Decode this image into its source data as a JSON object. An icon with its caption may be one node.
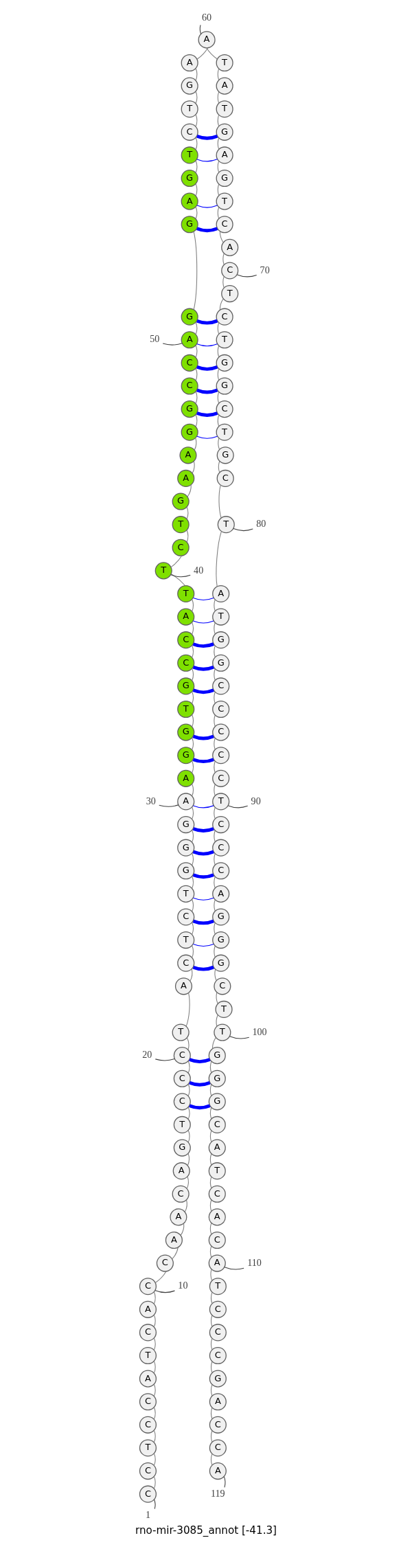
{
  "diagram": {
    "title": "rno-mir-3085_annot [-41.3]",
    "nodes": [
      {
        "text": [
          "C"
        ]
      },
      {
        "text": [
          "C"
        ]
      },
      {
        "text": [
          "T"
        ]
      },
      {
        "text": [
          "C"
        ]
      },
      {
        "text": [
          "C"
        ]
      },
      {
        "text": [
          "A"
        ]
      },
      {
        "text": [
          "T"
        ]
      },
      {
        "text": [
          "C"
        ]
      },
      {
        "text": [
          "A"
        ]
      },
      {
        "text": [
          "C"
        ]
      },
      {
        "text": [
          "C"
        ]
      },
      {
        "text": [
          "A"
        ]
      },
      {
        "text": [
          "A"
        ]
      },
      {
        "text": [
          "C"
        ]
      },
      {
        "text": [
          "A"
        ]
      },
      {
        "text": [
          "G"
        ]
      },
      {
        "text": [
          "T"
        ]
      },
      {
        "text": [
          "C"
        ]
      },
      {
        "text": [
          "C"
        ]
      },
      {
        "text": [
          "C"
        ]
      },
      {
        "text": [
          "T"
        ]
      },
      {
        "text": [
          "A"
        ]
      },
      {
        "text": [
          "C"
        ]
      },
      {
        "text": [
          "T"
        ]
      },
      {
        "text": [
          "C"
        ]
      },
      {
        "text": [
          "T"
        ]
      },
      {
        "text": [
          "G"
        ]
      },
      {
        "text": [
          "G"
        ]
      },
      {
        "text": [
          "G"
        ]
      },
      {
        "text": [
          "A"
        ]
      },
      {
        "text": [
          "A"
        ]
      },
      {
        "text": [
          "G"
        ]
      },
      {
        "text": [
          "G"
        ]
      },
      {
        "text": [
          "T"
        ]
      },
      {
        "text": [
          "G"
        ]
      },
      {
        "text": [
          "C"
        ]
      },
      {
        "text": [
          "C"
        ]
      },
      {
        "text": [
          "A"
        ]
      },
      {
        "text": [
          "T"
        ]
      },
      {
        "text": [
          "T"
        ]
      },
      {
        "text": [
          "C"
        ]
      },
      {
        "text": [
          "T"
        ]
      },
      {
        "text": [
          "G"
        ]
      },
      {
        "text": [
          "A"
        ]
      },
      {
        "text": [
          "A"
        ]
      },
      {
        "text": [
          "G"
        ]
      },
      {
        "text": [
          "G"
        ]
      },
      {
        "text": [
          "C"
        ]
      },
      {
        "text": [
          "C"
        ]
      },
      {
        "text": [
          "A"
        ]
      },
      {
        "text": [
          "G"
        ]
      },
      {
        "text": [
          "G"
        ]
      },
      {
        "text": [
          "A"
        ]
      },
      {
        "text": [
          "G"
        ]
      },
      {
        "text": [
          "T"
        ]
      },
      {
        "text": [
          "C"
        ]
      },
      {
        "text": [
          "T"
        ]
      },
      {
        "text": [
          "G"
        ]
      },
      {
        "text": [
          "A"
        ]
      },
      {
        "text": [
          "A"
        ]
      },
      {
        "text": [
          "T"
        ]
      },
      {
        "text": [
          "A"
        ]
      },
      {
        "text": [
          "T"
        ]
      },
      {
        "text": [
          "G"
        ]
      },
      {
        "text": [
          "A"
        ]
      },
      {
        "text": [
          "G"
        ]
      },
      {
        "text": [
          "T"
        ]
      },
      {
        "text": [
          "C"
        ]
      },
      {
        "text": [
          "A"
        ]
      },
      {
        "text": [
          "C"
        ]
      },
      {
        "text": [
          "T"
        ]
      },
      {
        "text": [
          "C"
        ]
      },
      {
        "text": [
          "T"
        ]
      },
      {
        "text": [
          "G"
        ]
      },
      {
        "text": [
          "G"
        ]
      },
      {
        "text": [
          "C"
        ]
      },
      {
        "text": [
          "T"
        ]
      },
      {
        "text": [
          "G"
        ]
      },
      {
        "text": [
          "C"
        ]
      },
      {
        "text": [
          "T"
        ]
      },
      {
        "text": [
          "A"
        ]
      },
      {
        "text": [
          "T"
        ]
      },
      {
        "text": [
          "G"
        ]
      },
      {
        "text": [
          "G"
        ]
      },
      {
        "text": [
          "C"
        ]
      },
      {
        "text": [
          "C"
        ]
      },
      {
        "text": [
          "C"
        ]
      },
      {
        "text": [
          "C"
        ]
      },
      {
        "text": [
          "C"
        ]
      },
      {
        "text": [
          "T"
        ]
      },
      {
        "text": [
          "C"
        ]
      },
      {
        "text": [
          "C"
        ]
      },
      {
        "text": [
          "C"
        ]
      },
      {
        "text": [
          "A"
        ]
      },
      {
        "text": [
          "G"
        ]
      },
      {
        "text": [
          "G"
        ]
      },
      {
        "text": [
          "G"
        ]
      },
      {
        "text": [
          "C"
        ]
      },
      {
        "text": [
          "T"
        ]
      },
      {
        "text": [
          "T"
        ]
      },
      {
        "text": [
          "G"
        ]
      },
      {
        "text": [
          "G"
        ]
      },
      {
        "text": [
          "G"
        ]
      },
      {
        "text": [
          "C"
        ]
      },
      {
        "text": [
          "A"
        ]
      },
      {
        "text": [
          "T"
        ]
      },
      {
        "text": [
          "C"
        ]
      },
      {
        "text": [
          "A"
        ]
      },
      {
        "text": [
          "C"
        ]
      },
      {
        "text": [
          "A"
        ]
      },
      {
        "text": [
          "T"
        ]
      },
      {
        "text": [
          "C"
        ]
      },
      {
        "text": [
          "C"
        ]
      },
      {
        "text": [
          "C"
        ]
      },
      {
        "text": [
          "G"
        ]
      },
      {
        "text": [
          "A"
        ]
      },
      {
        "text": [
          "C"
        ]
      },
      {
        "text": [
          "C"
        ]
      },
      {
        "text": [
          "A"
        ]
      },
      {
        "text": [
          "60"
        ]
      },
      {
        "text": [
          "70"
        ]
      },
      {
        "text": [
          "50"
        ]
      },
      {
        "text": [
          "40"
        ]
      },
      {
        "text": [
          "80"
        ]
      },
      {
        "text": [
          "30"
        ]
      },
      {
        "text": [
          "90"
        ]
      },
      {
        "text": [
          "20"
        ]
      },
      {
        "text": [
          "100"
        ]
      },
      {
        "text": [
          "10"
        ]
      },
      {
        "text": [
          "110"
        ]
      },
      {
        "text": [
          "1"
        ]
      },
      {
        "text": [
          "119"
        ]
      }
    ],
    "edges": [
      {
        "from": 0,
        "to": 1,
        "arrow": "none"
      },
      {
        "from": 1,
        "to": 2,
        "arrow": "none"
      },
      {
        "from": 2,
        "to": 3,
        "arrow": "none"
      },
      {
        "from": 3,
        "to": 4,
        "arrow": "none"
      },
      {
        "from": 4,
        "to": 5,
        "arrow": "none"
      },
      {
        "from": 5,
        "to": 6,
        "arrow": "none"
      },
      {
        "from": 6,
        "to": 7,
        "arrow": "none"
      },
      {
        "from": 7,
        "to": 8,
        "arrow": "none"
      },
      {
        "from": 8,
        "to": 9,
        "arrow": "none"
      },
      {
        "from": 9,
        "to": 10,
        "arrow": "none"
      },
      {
        "from": 10,
        "to": 11,
        "arrow": "none"
      },
      {
        "from": 11,
        "to": 12,
        "arrow": "none"
      },
      {
        "from": 12,
        "to": 13,
        "arrow": "none"
      },
      {
        "from": 13,
        "to": 14,
        "arrow": "none"
      },
      {
        "from": 14,
        "to": 15,
        "arrow": "none"
      },
      {
        "from": 15,
        "to": 16,
        "arrow": "none"
      },
      {
        "from": 16,
        "to": 17,
        "arrow": "none"
      },
      {
        "from": 17,
        "to": 18,
        "arrow": "none"
      },
      {
        "from": 18,
        "to": 19,
        "arrow": "none"
      },
      {
        "from": 19,
        "to": 20,
        "arrow": "none"
      },
      {
        "from": 20,
        "to": 21,
        "arrow": "none"
      },
      {
        "from": 21,
        "to": 22,
        "arrow": "none"
      },
      {
        "from": 22,
        "to": 23,
        "arrow": "none"
      },
      {
        "from": 23,
        "to": 24,
        "arrow": "none"
      },
      {
        "from": 24,
        "to": 25,
        "arrow": "none"
      },
      {
        "from": 25,
        "to": 26,
        "arrow": "none"
      },
      {
        "from": 26,
        "to": 27,
        "arrow": "none"
      },
      {
        "from": 27,
        "to": 28,
        "arrow": "none"
      },
      {
        "from": 28,
        "to": 29,
        "arrow": "none"
      },
      {
        "from": 29,
        "to": 30,
        "arrow": "none"
      },
      {
        "from": 30,
        "to": 31,
        "arrow": "none"
      },
      {
        "from": 31,
        "to": 32,
        "arrow": "none"
      },
      {
        "from": 32,
        "to": 33,
        "arrow": "none"
      },
      {
        "from": 33,
        "to": 34,
        "arrow": "none"
      },
      {
        "from": 34,
        "to": 35,
        "arrow": "none"
      },
      {
        "from": 35,
        "to": 36,
        "arrow": "none"
      },
      {
        "from": 36,
        "to": 37,
        "arrow": "none"
      },
      {
        "from": 37,
        "to": 38,
        "arrow": "none"
      },
      {
        "from": 38,
        "to": 39,
        "arrow": "none"
      },
      {
        "from": 39,
        "to": 40,
        "arrow": "none"
      },
      {
        "from": 40,
        "to": 41,
        "arrow": "none"
      },
      {
        "from": 41,
        "to": 42,
        "arrow": "none"
      },
      {
        "from": 42,
        "to": 43,
        "arrow": "none"
      },
      {
        "from": 43,
        "to": 44,
        "arrow": "none"
      },
      {
        "from": 44,
        "to": 45,
        "arrow": "none"
      },
      {
        "from": 45,
        "to": 46,
        "arrow": "none"
      },
      {
        "from": 46,
        "to": 47,
        "arrow": "none"
      },
      {
        "from": 47,
        "to": 48,
        "arrow": "none"
      },
      {
        "from": 48,
        "to": 49,
        "arrow": "none"
      },
      {
        "from": 49,
        "to": 50,
        "arrow": "none"
      },
      {
        "from": 50,
        "to": 51,
        "arrow": "none"
      },
      {
        "from": 51,
        "to": 52,
        "arrow": "none"
      },
      {
        "from": 52,
        "to": 53,
        "arrow": "none"
      },
      {
        "from": 53,
        "to": 54,
        "arrow": "none"
      },
      {
        "from": 54,
        "to": 55,
        "arrow": "none"
      },
      {
        "from": 55,
        "to": 56,
        "arrow": "none"
      },
      {
        "from": 56,
        "to": 57,
        "arrow": "none"
      },
      {
        "from": 57,
        "to": 58,
        "arrow": "none"
      },
      {
        "from": 58,
        "to": 59,
        "arrow": "none"
      },
      {
        "from": 59,
        "to": 60,
        "arrow": "none"
      },
      {
        "from": 60,
        "to": 61,
        "arrow": "none"
      },
      {
        "from": 61,
        "to": 62,
        "arrow": "none"
      },
      {
        "from": 62,
        "to": 63,
        "arrow": "none"
      },
      {
        "from": 63,
        "to": 64,
        "arrow": "none"
      },
      {
        "from": 64,
        "to": 65,
        "arrow": "none"
      },
      {
        "from": 65,
        "to": 66,
        "arrow": "none"
      },
      {
        "from": 66,
        "to": 67,
        "arrow": "none"
      },
      {
        "from": 67,
        "to": 68,
        "arrow": "none"
      },
      {
        "from": 68,
        "to": 69,
        "arrow": "none"
      },
      {
        "from": 69,
        "to": 70,
        "arrow": "none"
      },
      {
        "from": 70,
        "to": 71,
        "arrow": "none"
      },
      {
        "from": 71,
        "to": 72,
        "arrow": "none"
      },
      {
        "from": 72,
        "to": 73,
        "arrow": "none"
      },
      {
        "from": 73,
        "to": 74,
        "arrow": "none"
      },
      {
        "from": 74,
        "to": 75,
        "arrow": "none"
      },
      {
        "from": 75,
        "to": 76,
        "arrow": "none"
      },
      {
        "from": 76,
        "to": 77,
        "arrow": "none"
      },
      {
        "from": 77,
        "to": 78,
        "arrow": "none"
      },
      {
        "from": 78,
        "to": 79,
        "arrow": "none"
      },
      {
        "from": 79,
        "to": 80,
        "arrow": "none"
      },
      {
        "from": 80,
        "to": 81,
        "arrow": "none"
      },
      {
        "from": 81,
        "to": 82,
        "arrow": "none"
      },
      {
        "from": 82,
        "to": 83,
        "arrow": "none"
      },
      {
        "from": 83,
        "to": 84,
        "arrow": "none"
      },
      {
        "from": 84,
        "to": 85,
        "arrow": "none"
      },
      {
        "from": 85,
        "to": 86,
        "arrow": "none"
      },
      {
        "from": 86,
        "to": 87,
        "arrow": "none"
      },
      {
        "from": 87,
        "to": 88,
        "arrow": "none"
      },
      {
        "from": 88,
        "to": 89,
        "arrow": "none"
      },
      {
        "from": 89,
        "to": 90,
        "arrow": "none"
      },
      {
        "from": 90,
        "to": 91,
        "arrow": "none"
      },
      {
        "from": 91,
        "to": 92,
        "arrow": "none"
      },
      {
        "from": 92,
        "to": 93,
        "arrow": "none"
      },
      {
        "from": 93,
        "to": 94,
        "arrow": "none"
      },
      {
        "from": 94,
        "to": 95,
        "arrow": "none"
      },
      {
        "from": 95,
        "to": 96,
        "arrow": "none"
      },
      {
        "from": 96,
        "to": 97,
        "arrow": "none"
      },
      {
        "from": 97,
        "to": 98,
        "arrow": "none"
      },
      {
        "from": 98,
        "to": 99,
        "arrow": "none"
      },
      {
        "from": 99,
        "to": 100,
        "arrow": "none"
      },
      {
        "from": 100,
        "to": 101,
        "arrow": "none"
      },
      {
        "from": 101,
        "to": 102,
        "arrow": "none"
      },
      {
        "from": 102,
        "to": 103,
        "arrow": "none"
      },
      {
        "from": 103,
        "to": 104,
        "arrow": "none"
      },
      {
        "from": 104,
        "to": 105,
        "arrow": "none"
      },
      {
        "from": 105,
        "to": 106,
        "arrow": "none"
      },
      {
        "from": 106,
        "to": 107,
        "arrow": "none"
      },
      {
        "from": 107,
        "to": 108,
        "arrow": "none"
      },
      {
        "from": 108,
        "to": 109,
        "arrow": "none"
      },
      {
        "from": 109,
        "to": 110,
        "arrow": "none"
      },
      {
        "from": 110,
        "to": 111,
        "arrow": "none"
      },
      {
        "from": 111,
        "to": 112,
        "arrow": "none"
      },
      {
        "from": 112,
        "to": 113,
        "arrow": "none"
      },
      {
        "from": 113,
        "to": 114,
        "arrow": "none"
      },
      {
        "from": 114,
        "to": 115,
        "arrow": "none"
      },
      {
        "from": 115,
        "to": 116,
        "arrow": "none"
      },
      {
        "from": 116,
        "to": 117,
        "arrow": "none"
      },
      {
        "from": 117,
        "to": 118,
        "arrow": "none"
      },
      {
        "from": 55,
        "to": 63,
        "arrow": "none",
        "style": "thick",
        "color": "#0000ff"
      },
      {
        "from": 54,
        "to": 64,
        "arrow": "none",
        "color": "#0000ff"
      },
      {
        "from": 52,
        "to": 66,
        "arrow": "none",
        "color": "#0000ff"
      },
      {
        "from": 51,
        "to": 67,
        "arrow": "none",
        "style": "thick",
        "color": "#0000ff"
      },
      {
        "from": 50,
        "to": 71,
        "arrow": "none",
        "style": "thick",
        "color": "#0000ff"
      },
      {
        "from": 49,
        "to": 72,
        "arrow": "none",
        "color": "#0000ff"
      },
      {
        "from": 48,
        "to": 73,
        "arrow": "none",
        "style": "thick",
        "color": "#0000ff"
      },
      {
        "from": 47,
        "to": 74,
        "arrow": "none",
        "style": "thick",
        "color": "#0000ff"
      },
      {
        "from": 46,
        "to": 75,
        "arrow": "none",
        "style": "thick",
        "color": "#0000ff"
      },
      {
        "from": 45,
        "to": 76,
        "arrow": "none",
        "color": "#0000ff"
      },
      {
        "from": 38,
        "to": 80,
        "arrow": "none",
        "color": "#0000ff"
      },
      {
        "from": 37,
        "to": 81,
        "arrow": "none",
        "color": "#0000ff"
      },
      {
        "from": 36,
        "to": 82,
        "arrow": "none",
        "style": "thick",
        "color": "#0000ff"
      },
      {
        "from": 35,
        "to": 83,
        "arrow": "none",
        "style": "thick",
        "color": "#0000ff"
      },
      {
        "from": 34,
        "to": 84,
        "arrow": "none",
        "style": "thick",
        "color": "#0000ff"
      },
      {
        "from": 32,
        "to": 86,
        "arrow": "none",
        "style": "thick",
        "color": "#0000ff"
      },
      {
        "from": 31,
        "to": 87,
        "arrow": "none",
        "style": "thick",
        "color": "#0000ff"
      },
      {
        "from": 29,
        "to": 89,
        "arrow": "none",
        "color": "#0000ff"
      },
      {
        "from": 28,
        "to": 90,
        "arrow": "none",
        "style": "thick",
        "color": "#0000ff"
      },
      {
        "from": 27,
        "to": 91,
        "arrow": "none",
        "style": "thick",
        "color": "#0000ff"
      },
      {
        "from": 26,
        "to": 92,
        "arrow": "none",
        "style": "thick",
        "color": "#0000ff"
      },
      {
        "from": 25,
        "to": 93,
        "arrow": "none",
        "color": "#0000ff"
      },
      {
        "from": 24,
        "to": 94,
        "arrow": "none",
        "style": "thick",
        "color": "#0000ff"
      },
      {
        "from": 23,
        "to": 95,
        "arrow": "none",
        "color": "#0000ff"
      },
      {
        "from": 22,
        "to": 96,
        "arrow": "none",
        "style": "thick",
        "color": "#0000ff"
      },
      {
        "from": 19,
        "to": 100,
        "arrow": "none",
        "style": "thick",
        "color": "#0000ff"
      },
      {
        "from": 18,
        "to": 101,
        "arrow": "none",
        "style": "thick",
        "color": "#0000ff"
      },
      {
        "from": 17,
        "to": 102,
        "arrow": "none",
        "style": "thick",
        "color": "#0000ff"
      },
      {
        "from": 119,
        "to": 59,
        "arrow": "none"
      },
      {
        "from": 120,
        "to": 69,
        "arrow": "none"
      },
      {
        "from": 121,
        "to": 49,
        "arrow": "none"
      },
      {
        "from": 122,
        "to": 39,
        "arrow": "none"
      },
      {
        "from": 123,
        "to": 79,
        "arrow": "none"
      },
      {
        "from": 124,
        "to": 29,
        "arrow": "none"
      },
      {
        "from": 125,
        "to": 89,
        "arrow": "none"
      },
      {
        "from": 126,
        "to": 19,
        "arrow": "none"
      },
      {
        "from": 127,
        "to": 99,
        "arrow": "none"
      },
      {
        "from": 128,
        "to": 9,
        "arrow": "none"
      },
      {
        "from": 129,
        "to": 109,
        "arrow": "none"
      },
      {
        "from": 130,
        "to": 0,
        "arrow": "none"
      },
      {
        "from": 131,
        "to": 118,
        "arrow": "none"
      }
    ]
  }
}
